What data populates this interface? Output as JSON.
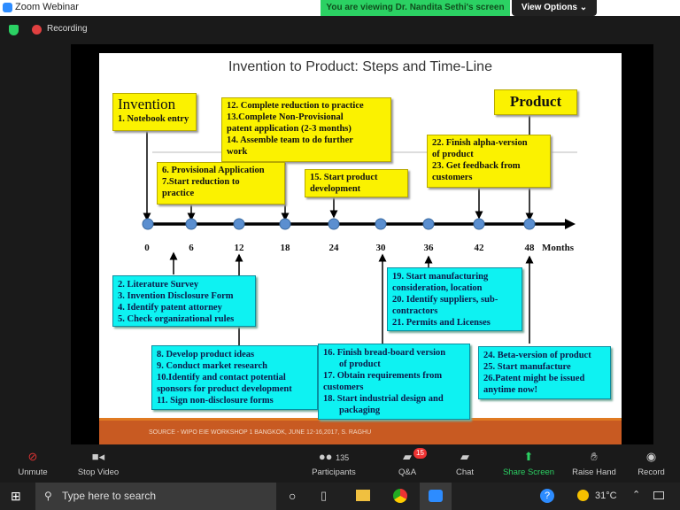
{
  "window": {
    "title": "Zoom Webinar",
    "banner": "You are viewing Dr. Nandita Sethi's screen",
    "view_options": "View Options ⌄",
    "recording": "Recording"
  },
  "slide": {
    "title": "Invention to Product: Steps and Time-Line",
    "invention_heading": "Invention",
    "invention_items": [
      "1. Notebook entry"
    ],
    "product_heading": "Product",
    "box_12_14": [
      "12.  Complete reduction to practice",
      "13.Complete Non-Provisional",
      "patent application (2-3 months)",
      "14.  Assemble team to do further",
      "work"
    ],
    "box_6_7": [
      "6.  Provisional Application",
      "7.Start reduction to",
      "practice"
    ],
    "box_15": [
      "15. Start product",
      "development"
    ],
    "box_22_23": [
      "22. Finish alpha-version",
      "of product",
      "23. Get feedback from",
      "customers"
    ],
    "box_2_5": [
      "2. Literature Survey",
      "3. Invention Disclosure Form",
      "4. Identify patent attorney",
      "5. Check organizational rules"
    ],
    "box_19_21": [
      "19. Start manufacturing",
      "consideration, location",
      "20. Identify suppliers, sub-",
      "contractors",
      "21.  Permits and Licenses"
    ],
    "box_8_11": [
      "8. Develop product ideas",
      "9.  Conduct market research",
      "10.Identify and contact potential",
      "  sponsors for product development",
      "11. Sign non-disclosure forms"
    ],
    "box_16_18": [
      "16.   Finish bread-board version",
      "        of product",
      "17. Obtain requirements from",
      "customers",
      "18.  Start industrial design and",
      "       packaging"
    ],
    "box_24_26": [
      "24. Beta-version of product",
      "25. Start manufacture",
      "26.Patent might be issued",
      "anytime now!"
    ],
    "ticks": [
      "0",
      "6",
      "12",
      "18",
      "24",
      "30",
      "36",
      "42",
      "48"
    ],
    "unit": "Months",
    "source": "SOURCE - WIPO EIE WORKSHOP 1  BANGKOK, JUNE 12-16,2017,  S. RAGHU"
  },
  "toolbar": {
    "unmute": "Unmute",
    "stop_video": "Stop Video",
    "participants": "Participants",
    "participants_count": "135",
    "qa": "Q&A",
    "qa_badge": "15",
    "chat": "Chat",
    "share_screen": "Share Screen",
    "raise_hand": "Raise Hand",
    "record": "Record"
  },
  "taskbar": {
    "search_placeholder": "Type here to search",
    "temperature": "31°C"
  },
  "colors": {
    "yellow": "#fbf200",
    "cyan": "#0ef2f2",
    "green": "#2bd163",
    "footer": "#c85a22"
  }
}
